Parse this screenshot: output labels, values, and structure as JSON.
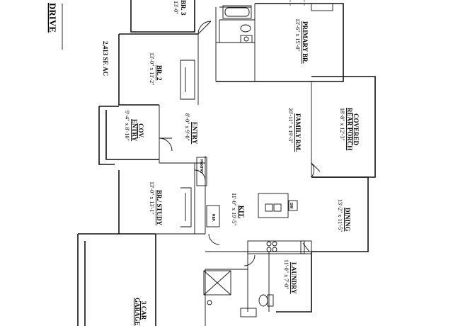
{
  "street": "DRIVE",
  "square_footage": "2,413 SF. AC",
  "rooms": {
    "br3": {
      "name": "BR. 3",
      "dims": "x 13'-0\""
    },
    "primary_br": {
      "name": "PRIMARY BR.",
      "dims": "13'-6\" x 15'-0\""
    },
    "br2": {
      "name": "BR. 2",
      "dims": "13'-0\" x 11'-2\""
    },
    "family": {
      "name": "FAMILY RM.",
      "dims": "20'-11\" x 19'-3\""
    },
    "porch": {
      "name": "COVERED REAR PORCH",
      "dims": "18'-8\" x 12'-3\""
    },
    "entry": {
      "name": "ENTRY",
      "dims": "8'-0\" x 9'-0\""
    },
    "cov_entry": {
      "name": "COV. ENTRY",
      "dims": "9'-4\" x 8'-10\""
    },
    "pantry": {
      "name": "PANTRY"
    },
    "study": {
      "name": "BR./ STUDY",
      "dims": "13'-0\" x 13'-1\""
    },
    "kitchen": {
      "name": "KIT.",
      "dims": "11'-0\" x 19'-5\""
    },
    "dining": {
      "name": "DINING",
      "dims": "13'-2\" x 11'-5\""
    },
    "laundry": {
      "name": "LAUNDRY",
      "dims": "11'-0\" x 7'-0\""
    },
    "garage": {
      "name": "3 CAR GARAGE"
    }
  },
  "fixtures": {
    "dw": "DW",
    "ref": "REF."
  }
}
